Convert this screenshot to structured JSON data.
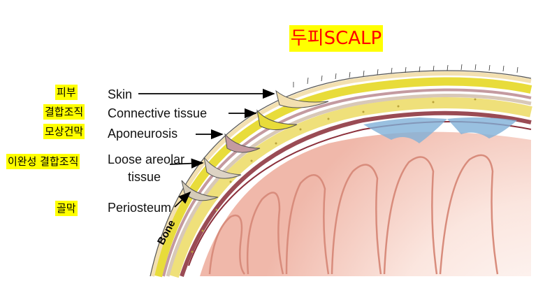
{
  "title": "두피SCALP",
  "layers": [
    {
      "ko": "피부",
      "en": "Skin"
    },
    {
      "ko": "결합조직",
      "en": "Connective tissue"
    },
    {
      "ko": "모상건막",
      "en": "Aponeurosis"
    },
    {
      "ko": "이완성 결합조직",
      "en": "Loose areolar",
      "en2": "tissue"
    },
    {
      "ko": "골막",
      "en": "Periosteum"
    }
  ],
  "bone_label": "Bone",
  "colors": {
    "title_text": "#ff0000",
    "highlight": "#ffff00",
    "skin": "#f3e0b0",
    "connective": "#e8dc3a",
    "aponeurosis": "#c49aa0",
    "bone": "#efe07a",
    "brain": "#f2c3b8",
    "dura_blue": "#7fb0d8"
  }
}
